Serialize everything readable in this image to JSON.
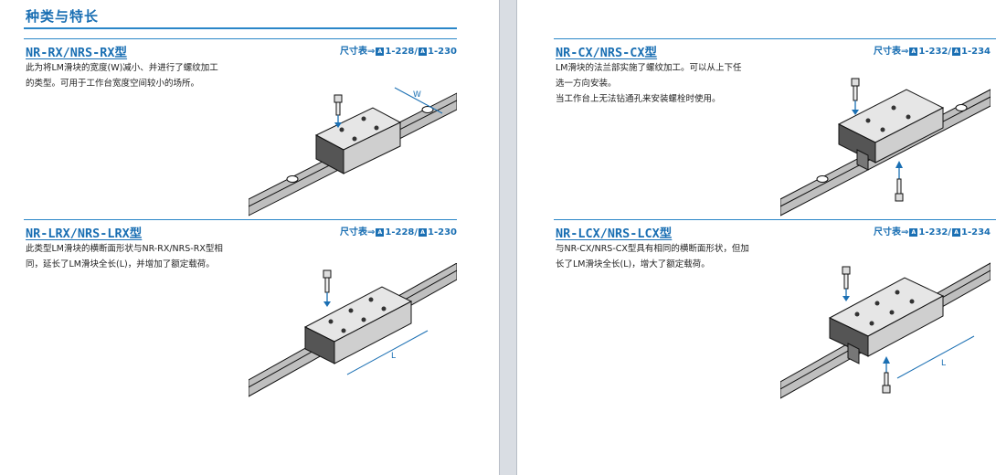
{
  "header": {
    "title": "种类与特长"
  },
  "sections": [
    {
      "title": "NR-RX/NRS-RX型",
      "ref_prefix": "尺寸表⇒",
      "ref_a": "1-228/",
      "ref_b": "1-230",
      "ref_icon": "A",
      "desc_lines": [
        "此为将LM滑块的宽度(W)减小、并进行了螺纹加工",
        "的类型。可用于工作台宽度空间较小的场所。"
      ],
      "dim_label": "W"
    },
    {
      "title": "NR-LRX/NRS-LRX型",
      "ref_prefix": "尺寸表⇒",
      "ref_a": "1-228/",
      "ref_b": "1-230",
      "ref_icon": "A",
      "desc_lines": [
        "此类型LM滑块的横断面形状与NR-RX/NRS-RX型相",
        "同，延长了LM滑块全长(L)，并增加了额定载荷。"
      ],
      "dim_label": "L"
    },
    {
      "title": "NR-CX/NRS-CX型",
      "ref_prefix": "尺寸表⇒",
      "ref_a": "1-232/",
      "ref_b": "1-234",
      "ref_icon": "A",
      "desc_lines": [
        "LM滑块的法兰部实施了螺纹加工。可以从上下任",
        "选一方向安装。",
        "当工作台上无法钻通孔来安装螺栓时使用。"
      ],
      "dim_label": ""
    },
    {
      "title": "NR-LCX/NRS-LCX型",
      "ref_prefix": "尺寸表⇒",
      "ref_a": "1-232/",
      "ref_b": "1-234",
      "ref_icon": "A",
      "desc_lines": [
        "与NR-CX/NRS-CX型具有相同的横断面形状，但加",
        "长了LM滑块全长(L)，增大了额定载荷。"
      ],
      "dim_label": "L"
    }
  ]
}
